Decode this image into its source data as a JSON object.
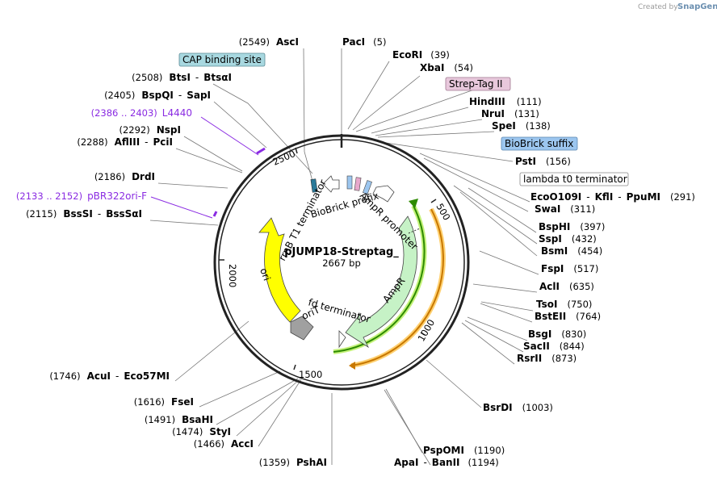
{
  "watermark": {
    "prefix": "Created by",
    "brand": "SnapGene"
  },
  "plasmid": {
    "name": "pJUMP18-Streptag_",
    "size_label": "2667 bp"
  },
  "ticks": [
    "500",
    "1000",
    "1500",
    "2000",
    "2500"
  ],
  "sites": [
    {
      "names": [
        "AscI"
      ],
      "pos": "(2549)"
    },
    {
      "names": [
        "PacI"
      ],
      "pos": "(5)"
    },
    {
      "names": [
        "EcoRI"
      ],
      "pos": "(39)"
    },
    {
      "names": [
        "XbaI"
      ],
      "pos": "(54)"
    },
    {
      "names": [
        "BtsI",
        "BtsαI"
      ],
      "pos": "(2508)"
    },
    {
      "names": [
        "BspQI",
        "SapI"
      ],
      "pos": "(2405)"
    },
    {
      "names": [
        "HindIII"
      ],
      "pos": "(111)"
    },
    {
      "names": [
        "NruI"
      ],
      "pos": "(131)"
    },
    {
      "names": [
        "SpeI"
      ],
      "pos": "(138)"
    },
    {
      "names": [
        "NspI"
      ],
      "pos": "(2292)"
    },
    {
      "names": [
        "AflIII",
        "PciI"
      ],
      "pos": "(2288)"
    },
    {
      "names": [
        "PstI"
      ],
      "pos": "(156)"
    },
    {
      "names": [
        "DrdI"
      ],
      "pos": "(2186)"
    },
    {
      "names": [
        "EcoO109I",
        "KflI",
        "PpuMI"
      ],
      "pos": "(291)"
    },
    {
      "names": [
        "BssSI",
        "BssSαI"
      ],
      "pos": "(2115)"
    },
    {
      "names": [
        "SwaI"
      ],
      "pos": "(311)"
    },
    {
      "names": [
        "BspHI"
      ],
      "pos": "(397)"
    },
    {
      "names": [
        "SspI"
      ],
      "pos": "(432)"
    },
    {
      "names": [
        "BsmI"
      ],
      "pos": "(454)"
    },
    {
      "names": [
        "FspI"
      ],
      "pos": "(517)"
    },
    {
      "names": [
        "AclI"
      ],
      "pos": "(635)"
    },
    {
      "names": [
        "TsoI"
      ],
      "pos": "(750)"
    },
    {
      "names": [
        "BstEII"
      ],
      "pos": "(764)"
    },
    {
      "names": [
        "BsgI"
      ],
      "pos": "(830)"
    },
    {
      "names": [
        "SacII"
      ],
      "pos": "(844)"
    },
    {
      "names": [
        "RsrII"
      ],
      "pos": "(873)"
    },
    {
      "names": [
        "AcuI",
        "Eco57MI"
      ],
      "pos": "(1746)"
    },
    {
      "names": [
        "BsrDI"
      ],
      "pos": "(1003)"
    },
    {
      "names": [
        "FseI"
      ],
      "pos": "(1616)"
    },
    {
      "names": [
        "BsaHI"
      ],
      "pos": "(1491)"
    },
    {
      "names": [
        "StyI"
      ],
      "pos": "(1474)"
    },
    {
      "names": [
        "AccI"
      ],
      "pos": "(1466)"
    },
    {
      "names": [
        "PspOMI"
      ],
      "pos": "(1190)"
    },
    {
      "names": [
        "ApaI",
        "BanII"
      ],
      "pos": "(1194)"
    },
    {
      "names": [
        "PshAI"
      ],
      "pos": "(1359)"
    }
  ],
  "primers": [
    {
      "range": "(2386 .. 2403)",
      "name": "L4440"
    },
    {
      "range": "(2133 .. 2152)",
      "name": "pBR322ori-F"
    }
  ],
  "feature_boxes": [
    {
      "label": "CAP binding site",
      "fill": "#a8d8e0"
    },
    {
      "label": "Strep-Tag II",
      "fill": "#e8c8dc"
    },
    {
      "label": "BioBrick suffix",
      "fill": "#9cc6ef"
    },
    {
      "label": "lambda t0 terminator",
      "fill": "#ffffff"
    }
  ],
  "inner_labels": [
    "rrnB T1 terminator",
    "BioBrick prefix",
    "AmpR promoter",
    "AmpR",
    "fd terminator",
    "oriT",
    "ori"
  ],
  "colors": {
    "ampr": "#c6f2c6",
    "ori": "#ffff00",
    "orf_green": "#2e8b00",
    "orf_orange": "#c87800",
    "primer": "#8a2be2",
    "backbone": "#222222"
  }
}
